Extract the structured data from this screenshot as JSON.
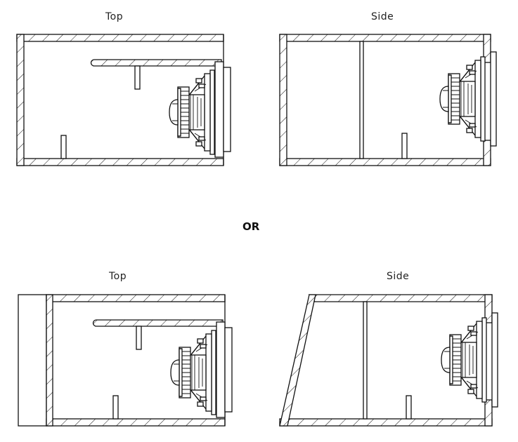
{
  "labels": {
    "top1": "Top",
    "side1": "Side",
    "or": "OR",
    "top2": "Top",
    "side2": "Side"
  },
  "colors": {
    "line": "#111111",
    "background": "#ffffff"
  },
  "icons": [
    "subwoofer-icon"
  ]
}
